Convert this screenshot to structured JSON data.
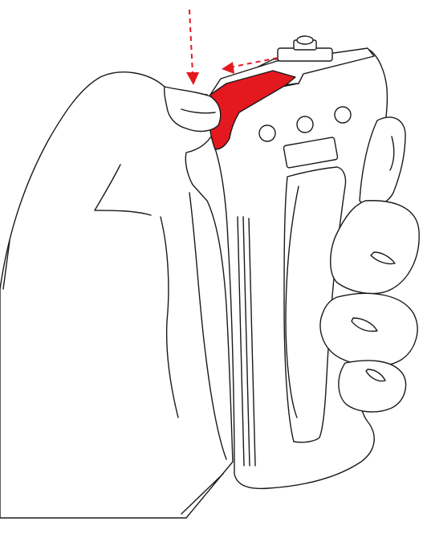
{
  "colors": {
    "outline": "#1a1a1a",
    "background": "#ffffff",
    "highlight": "#e3191f",
    "arrow": "#e3191f"
  },
  "illustration": {
    "subject": "hand-grip-with-quick-release-lever",
    "highlighted_part": "release-lever",
    "arrows": [
      {
        "name": "press-down-arrow",
        "direction": "down"
      },
      {
        "name": "slide-left-arrow",
        "direction": "left"
      }
    ],
    "button_count": 3
  }
}
